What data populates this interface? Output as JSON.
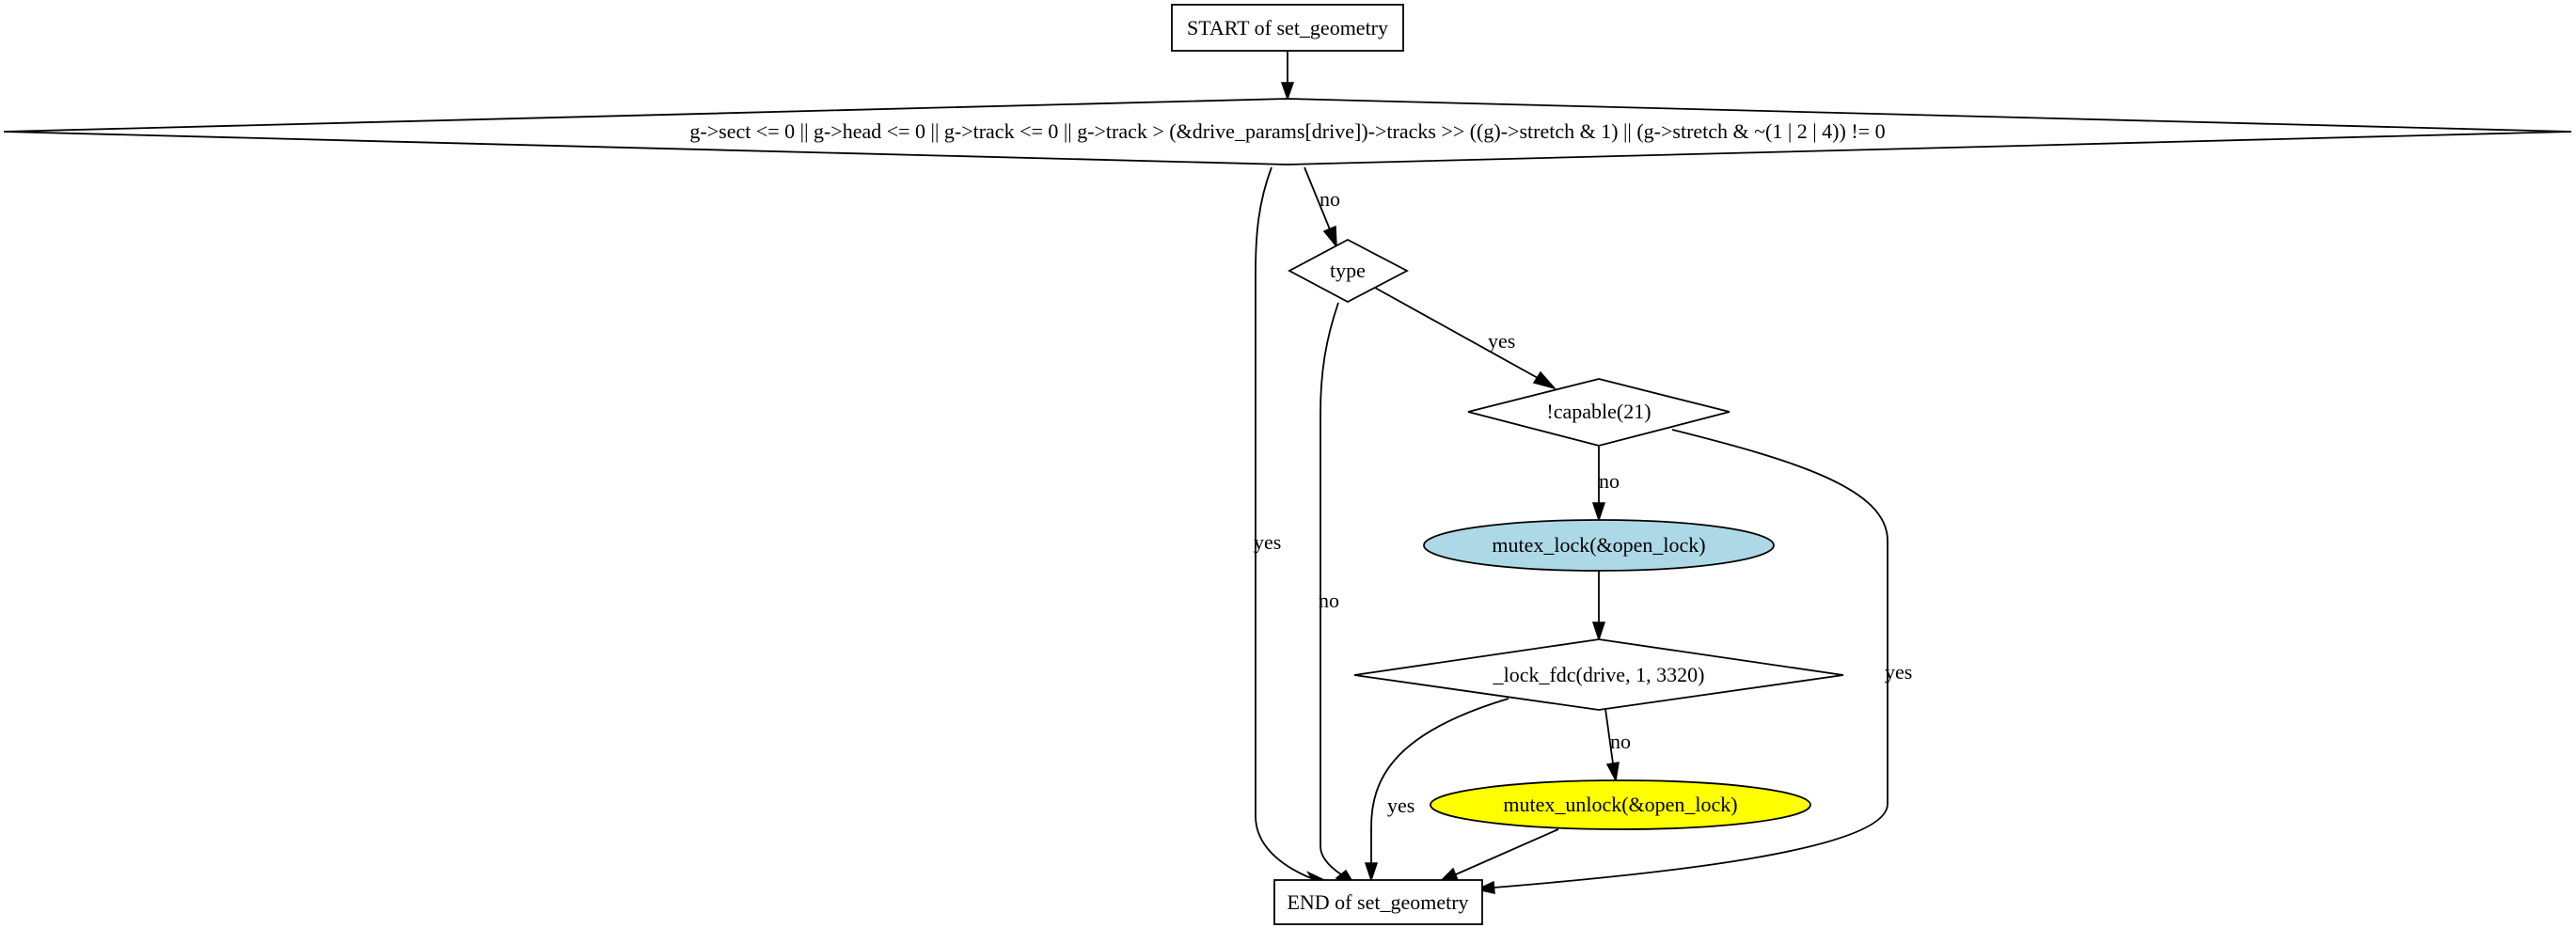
{
  "diagram": {
    "nodes": {
      "start": {
        "label": "START of set_geometry",
        "shape": "box",
        "fill": "#ffffff"
      },
      "cond_geometry": {
        "label": "g->sect <= 0 || g->head <= 0 || g->track <= 0 || g->track > (&drive_params[drive])->tracks >> ((g)->stretch & 1) || (g->stretch & ~(1 | 2 | 4)) != 0",
        "shape": "diamond",
        "fill": "#ffffff"
      },
      "type": {
        "label": "type",
        "shape": "diamond",
        "fill": "#ffffff"
      },
      "capable": {
        "label": "!capable(21)",
        "shape": "diamond",
        "fill": "#ffffff"
      },
      "mutex_lock": {
        "label": "mutex_lock(&open_lock)",
        "shape": "ellipse",
        "fill": "#add8e6"
      },
      "lock_fdc": {
        "label": "_lock_fdc(drive, 1, 3320)",
        "shape": "diamond",
        "fill": "#ffffff"
      },
      "mutex_unlock": {
        "label": "mutex_unlock(&open_lock)",
        "shape": "ellipse",
        "fill": "#ffff00"
      },
      "end": {
        "label": "END of set_geometry",
        "shape": "box",
        "fill": "#ffffff"
      }
    },
    "edges": [
      {
        "from": "start",
        "to": "cond_geometry",
        "label": ""
      },
      {
        "from": "cond_geometry",
        "to": "type",
        "label": "no"
      },
      {
        "from": "cond_geometry",
        "to": "end",
        "label": "yes"
      },
      {
        "from": "type",
        "to": "capable",
        "label": "yes"
      },
      {
        "from": "type",
        "to": "end",
        "label": "no"
      },
      {
        "from": "capable",
        "to": "mutex_lock",
        "label": "no"
      },
      {
        "from": "capable",
        "to": "end",
        "label": "yes"
      },
      {
        "from": "mutex_lock",
        "to": "lock_fdc",
        "label": ""
      },
      {
        "from": "lock_fdc",
        "to": "mutex_unlock",
        "label": "no"
      },
      {
        "from": "lock_fdc",
        "to": "end",
        "label": "yes"
      },
      {
        "from": "mutex_unlock",
        "to": "end",
        "label": ""
      }
    ]
  }
}
